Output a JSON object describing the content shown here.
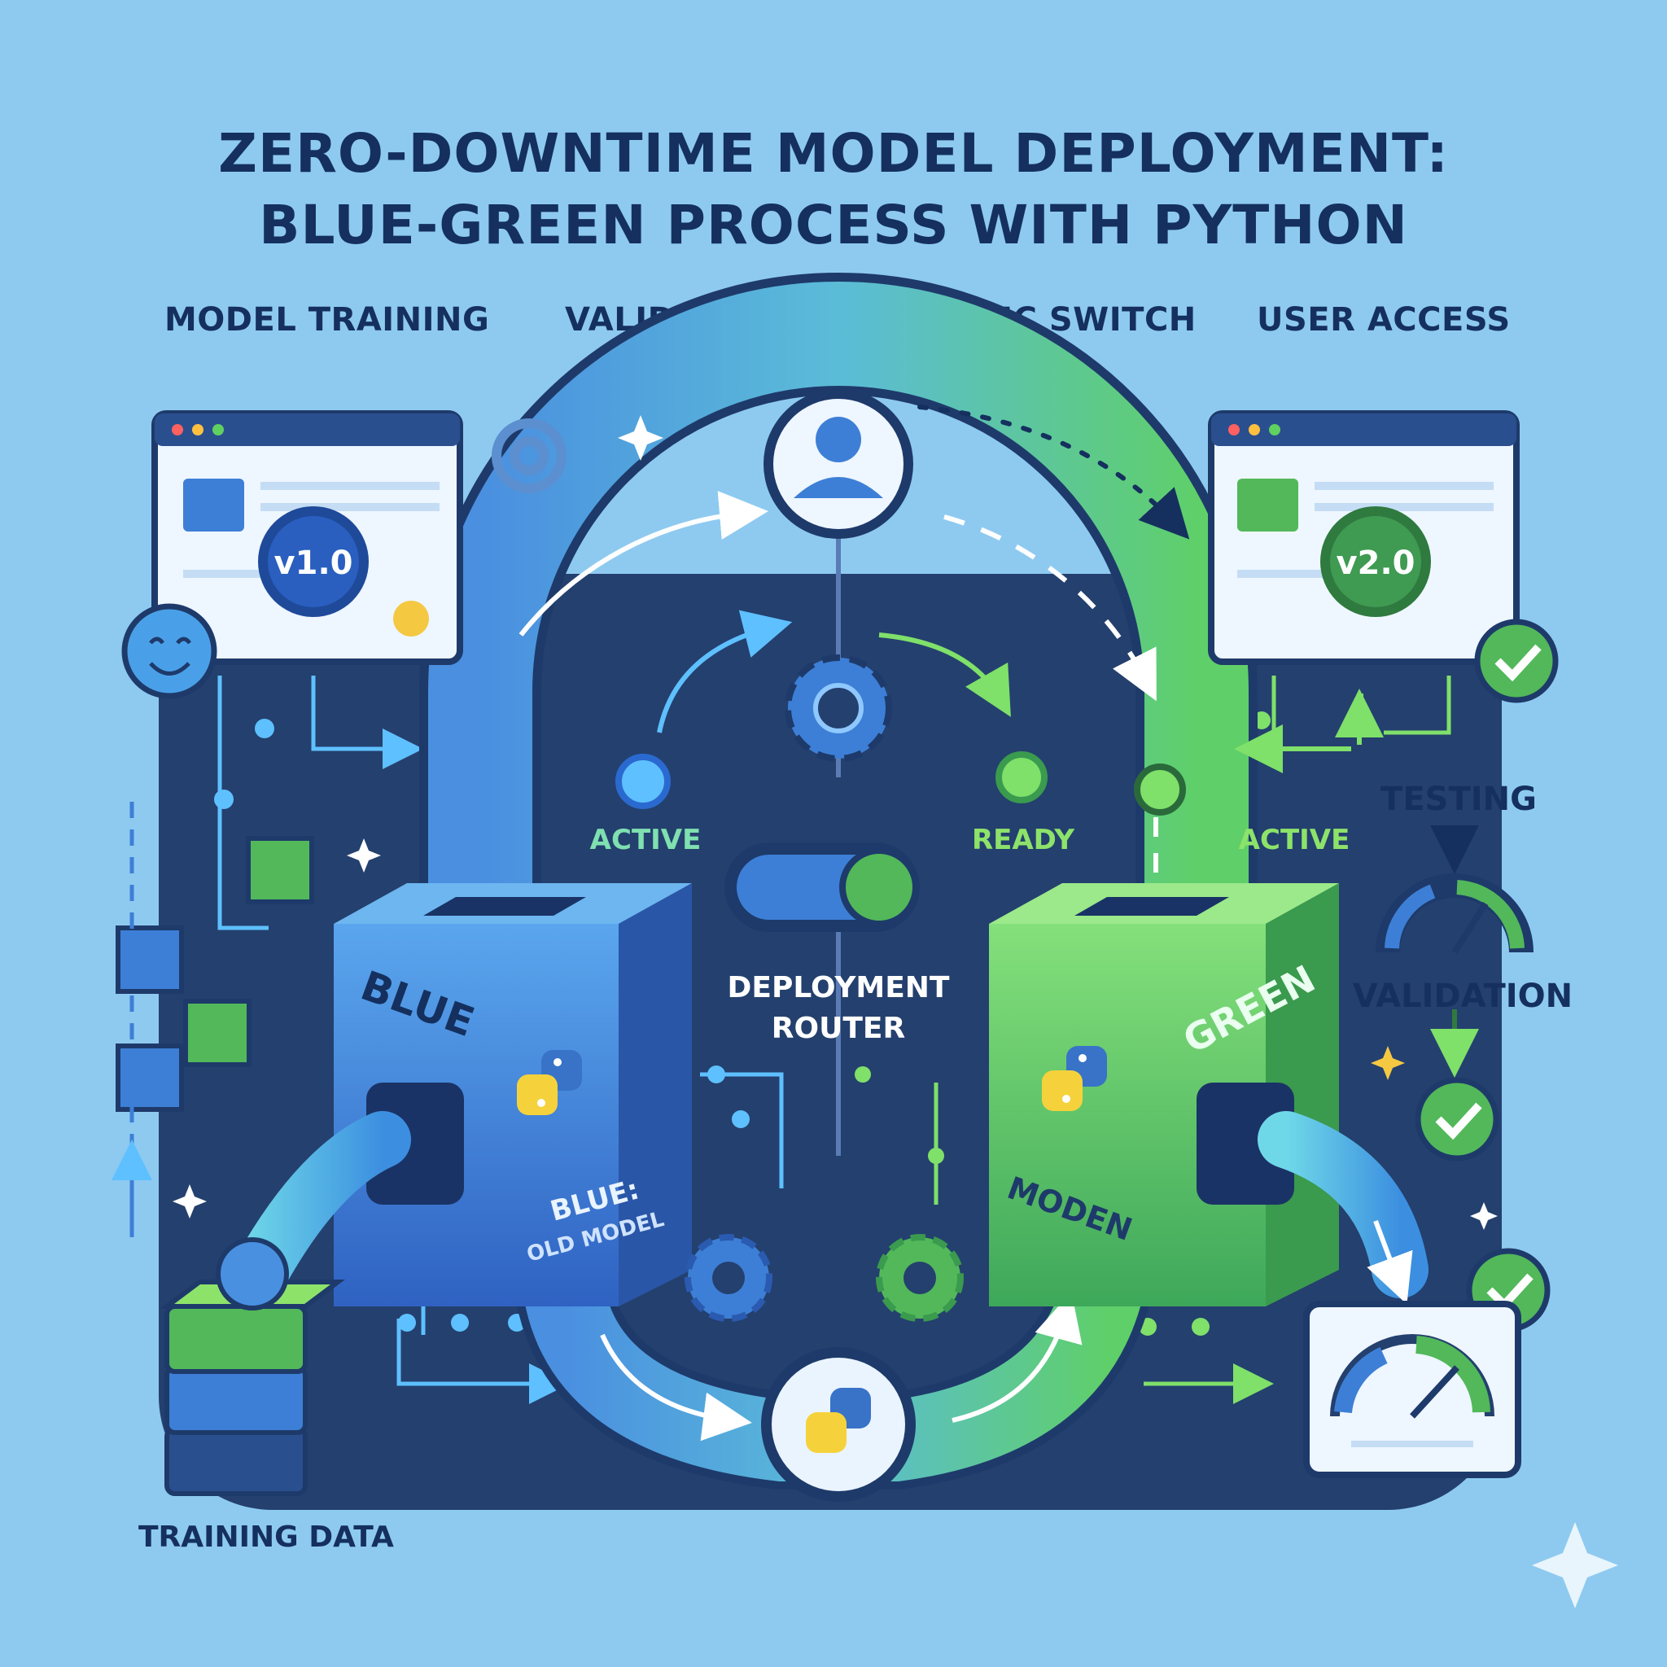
{
  "title": {
    "line1": "ZERO-DOWNTIME MODEL DEPLOYMENT:",
    "line2": "BLUE-GREEN PROCESS WITH PYTHON"
  },
  "stages": [
    "MODEL TRAINING",
    "VALIDATION",
    "TRAFFIC SWITCH",
    "USER ACCESS"
  ],
  "blue": {
    "version_badge": "v1.0",
    "status": "ACTIVE",
    "block_label": "BLUE",
    "sub_label_1": "BLUE:",
    "sub_label_2": "OLD MODEL"
  },
  "green": {
    "version_badge": "v2.0",
    "status_ready": "READY",
    "status_active": "ACTIVE",
    "block_label": "GREEN",
    "sub_label": "MODEN"
  },
  "router": {
    "line1": "DEPLOYMENT",
    "line2": "ROUTER"
  },
  "side": {
    "testing": "TESTING",
    "validation": "VALIDATION"
  },
  "training_data": "TRAINING DATA",
  "colors": {
    "background": "#8ecaf0",
    "navy": "#15305e",
    "panel": "#24406e",
    "blue": "#3d7fd6",
    "green": "#52b85a",
    "light_green": "#8de36a"
  }
}
